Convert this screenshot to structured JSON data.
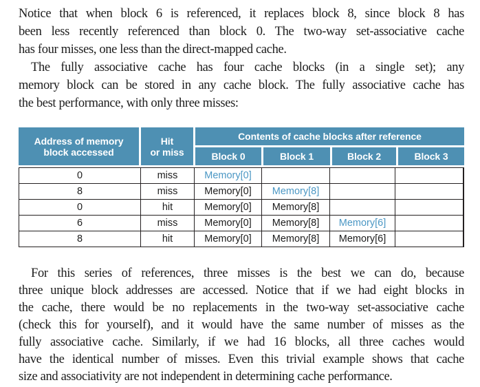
{
  "colors": {
    "header_bg": "#4e90b3",
    "highlight_text": "#4b97c4",
    "text": "#1c1c1c",
    "table_border": "#231f20"
  },
  "top_paragraphs": [
    {
      "indent": false,
      "lines": [
        "Notice that when block 6 is referenced, it replaces block 8, since block 8 has",
        "been less recently referenced than block 0. The two-way set-associative cache",
        "has four misses, one less than the direct-mapped cache."
      ]
    },
    {
      "indent": true,
      "lines": [
        "The fully associative cache has four cache blocks (in a single set); any",
        "memory block can be stored in any cache block. The fully associative cache has",
        "the best performance, with only three misses:"
      ]
    }
  ],
  "table": {
    "header": {
      "address": "Address of memory\nblock accessed",
      "hit": "Hit\nor miss",
      "contents": "Contents of cache blocks after reference",
      "blocks": [
        "Block 0",
        "Block 1",
        "Block 2",
        "Block 3"
      ]
    },
    "rows": [
      {
        "address": "0",
        "hit_or_miss": "miss",
        "blocks": [
          "Memory[0]",
          "",
          "",
          ""
        ],
        "new_block_index": 0
      },
      {
        "address": "8",
        "hit_or_miss": "miss",
        "blocks": [
          "Memory[0]",
          "Memory[8]",
          "",
          ""
        ],
        "new_block_index": 1
      },
      {
        "address": "0",
        "hit_or_miss": "hit",
        "blocks": [
          "Memory[0]",
          "Memory[8]",
          "",
          ""
        ],
        "new_block_index": -1
      },
      {
        "address": "6",
        "hit_or_miss": "miss",
        "blocks": [
          "Memory[0]",
          "Memory[8]",
          "Memory[6]",
          ""
        ],
        "new_block_index": 2
      },
      {
        "address": "8",
        "hit_or_miss": "hit",
        "blocks": [
          "Memory[0]",
          "Memory[8]",
          "Memory[6]",
          ""
        ],
        "new_block_index": -1
      }
    ]
  },
  "bottom_paragraphs": [
    {
      "indent": true,
      "lines": [
        "For this series of references, three misses is the best we can do, because",
        "three unique block addresses are accessed. Notice that if we had eight blocks in",
        "the cache, there would be no replacements in the two-way set-associative cache",
        "(check this for yourself), and it would have the same number of misses as the",
        "fully associative cache. Similarly, if we had 16 blocks, all three caches would",
        "have the identical number of misses. Even this trivial example shows that cache",
        "size and associativity are not independent in determining cache performance."
      ]
    }
  ]
}
